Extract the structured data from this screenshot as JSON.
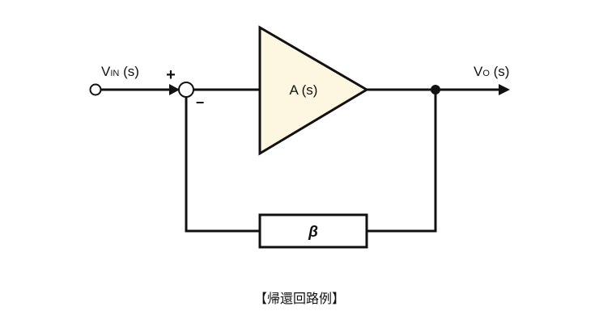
{
  "diagram": {
    "input_label": {
      "main": "V",
      "sub": "IN",
      "arg": " (s)"
    },
    "output_label": {
      "main": "V",
      "sub": "O",
      "arg": " (s)"
    },
    "plus_sign": "+",
    "minus_sign": "−",
    "amplifier_label": "A (s)",
    "feedback_label": "β",
    "caption": "【帰還回路例】",
    "colors": {
      "amplifier_fill": "#fdf6e0",
      "line": "#111111"
    }
  }
}
